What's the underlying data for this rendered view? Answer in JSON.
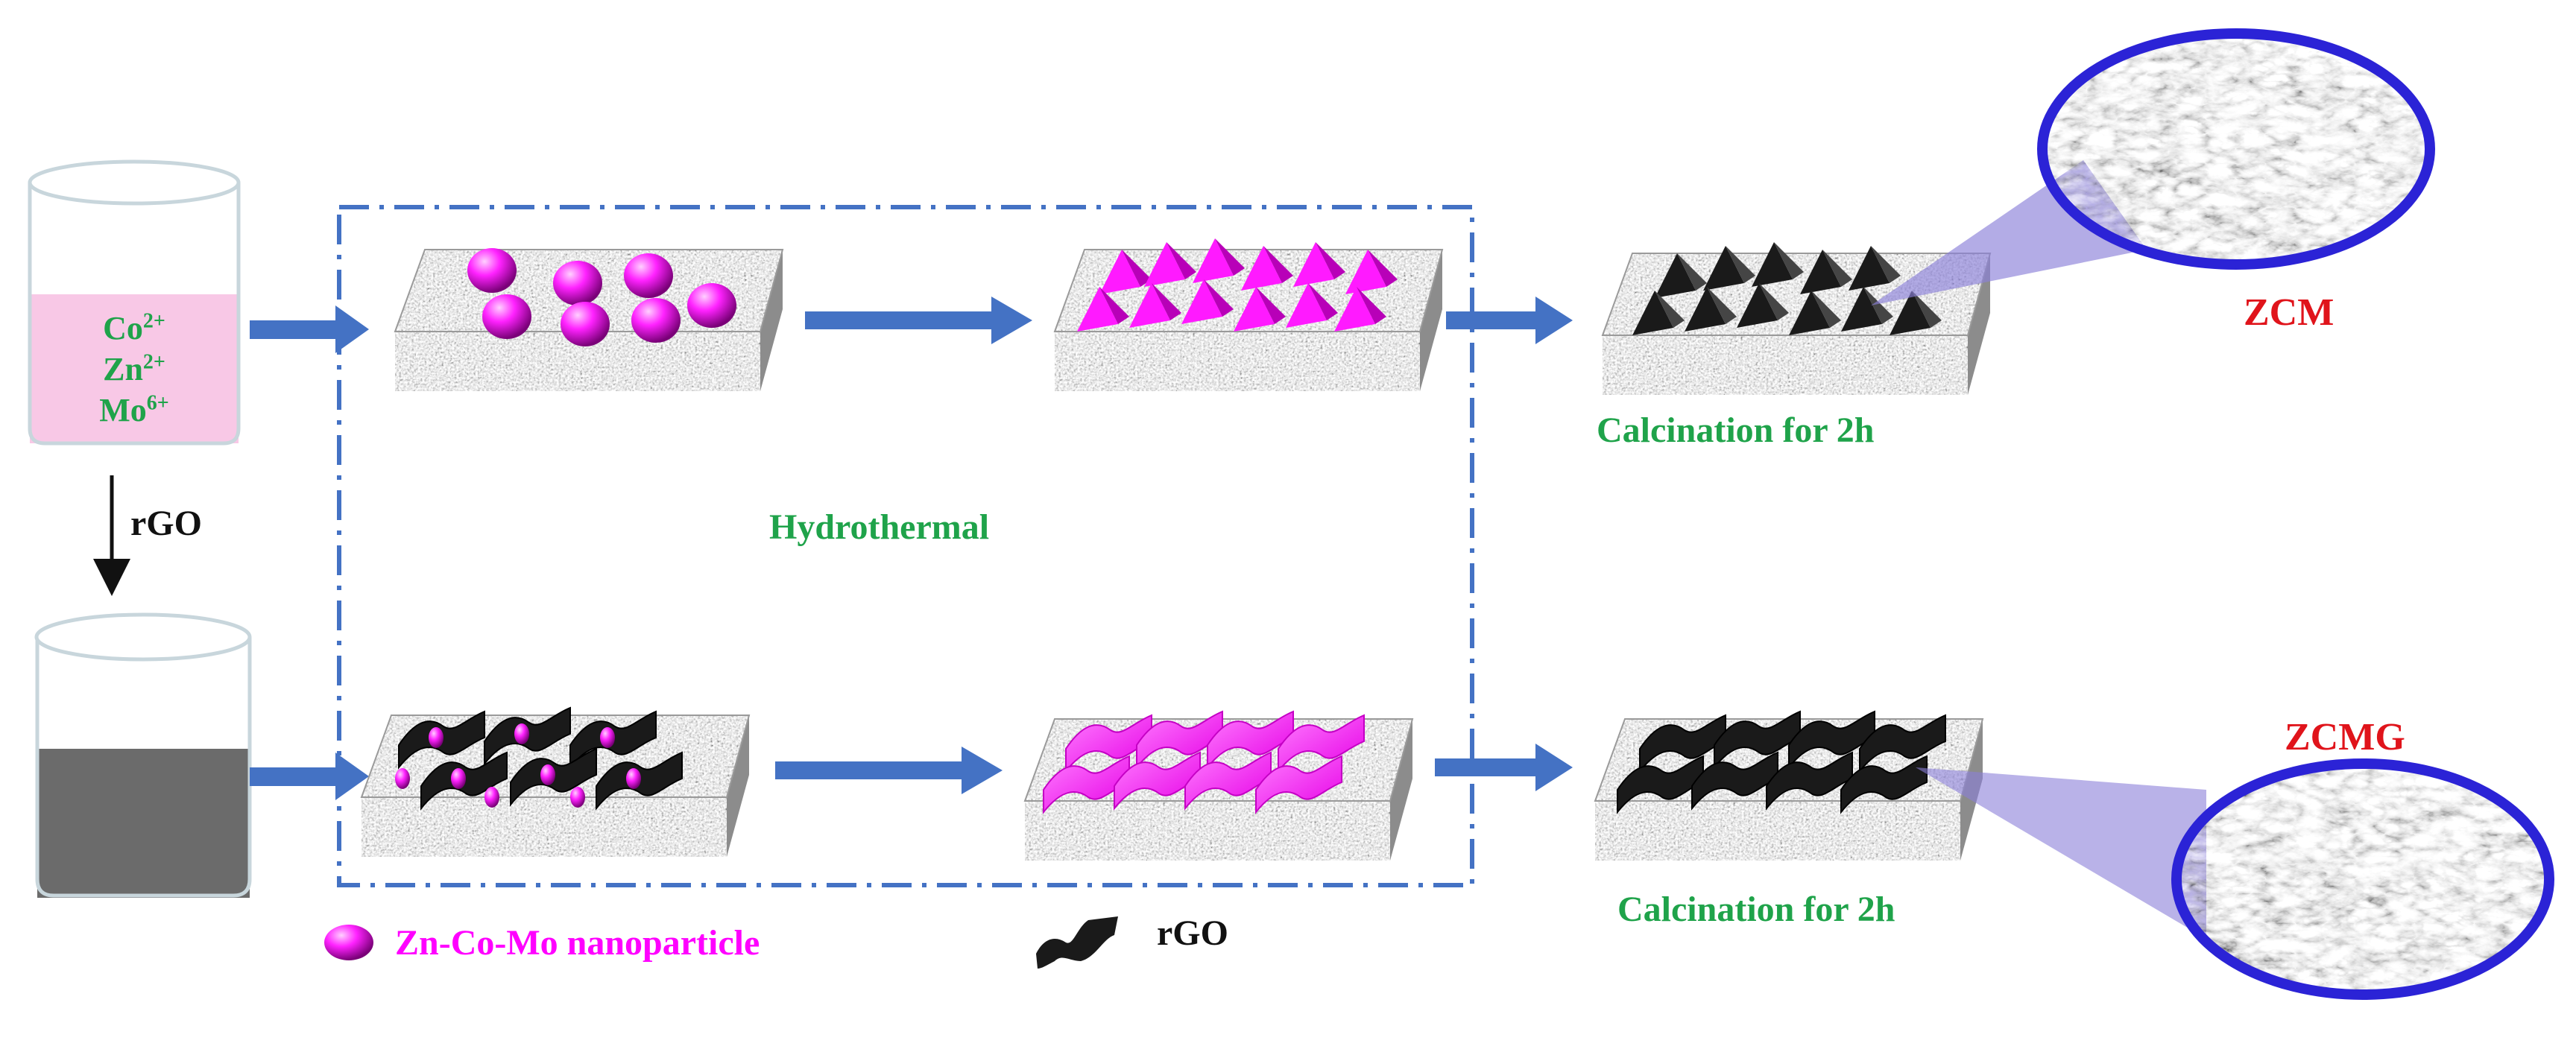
{
  "ions": [
    {
      "symbol": "Co",
      "charge": "2+"
    },
    {
      "symbol": "Zn",
      "charge": "2+"
    },
    {
      "symbol": "Mo",
      "charge": "6+"
    }
  ],
  "labels": {
    "rgo_step": "rGO",
    "hydrothermal": "Hydrothermal",
    "calcination_top": "Calcination for 2h",
    "calcination_bottom": "Calcination for 2h",
    "product_top": "ZCM",
    "product_bottom": "ZCMG"
  },
  "legend": {
    "nanoparticle": "Zn-Co-Mo nanoparticle",
    "rgo": "rGO"
  },
  "colors": {
    "arrow": "#4472c4",
    "dashed_box": "#4472c4",
    "green_text": "#1fa34a",
    "red_text": "#e0141b",
    "magenta": "#ff00ff",
    "beaker_pink": "#f8c8e6",
    "beaker_gray": "#6b6b6b",
    "lens_rim": "#2b23d6",
    "lens_beam": "#8a7fd8"
  }
}
